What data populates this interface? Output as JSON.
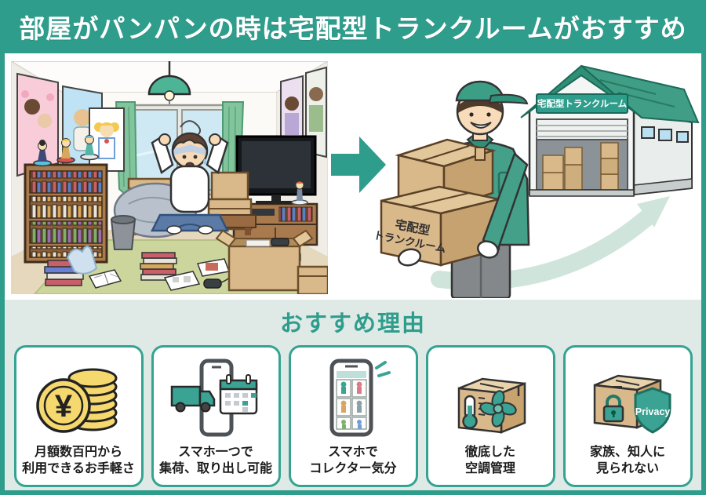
{
  "colors": {
    "accent": "#2f9d8c",
    "accent_dark": "#1f6f60",
    "banner_text": "#ffffff",
    "section_bg": "#dfeae6",
    "card_border": "#35a392",
    "heading_text": "#2f9d8c",
    "body_text": "#1b1b1b",
    "cardboard": "#d9b88a",
    "coin_yellow": "#f6d96e",
    "worker_green": "#44a089"
  },
  "header": {
    "title": "部屋がパンパンの時は宅配型トランクルームがおすすめ"
  },
  "scene": {
    "arrow_icon": "right-arrow-icon",
    "box_label_line1": "宅配型",
    "box_label_line2": "トランクルーム",
    "warehouse_sign": "宅配型トランクルーム"
  },
  "reasons": {
    "heading": "おすすめ理由",
    "cards": [
      {
        "icon": "yen-coins-icon",
        "lines": [
          "月額数百円から",
          "利用できるお手軽さ"
        ]
      },
      {
        "icon": "smartphone-truck-calendar-icon",
        "lines": [
          "スマホ一つで",
          "集荷、取り出し可能"
        ]
      },
      {
        "icon": "smartphone-collection-icon",
        "lines": [
          "スマホで",
          "コレクター気分"
        ]
      },
      {
        "icon": "box-climate-control-icon",
        "lines": [
          "徹底した",
          "空調管理"
        ]
      },
      {
        "icon": "box-privacy-shield-icon",
        "lines": [
          "家族、知人に",
          "見られない"
        ],
        "badge": "Privacy"
      }
    ]
  }
}
